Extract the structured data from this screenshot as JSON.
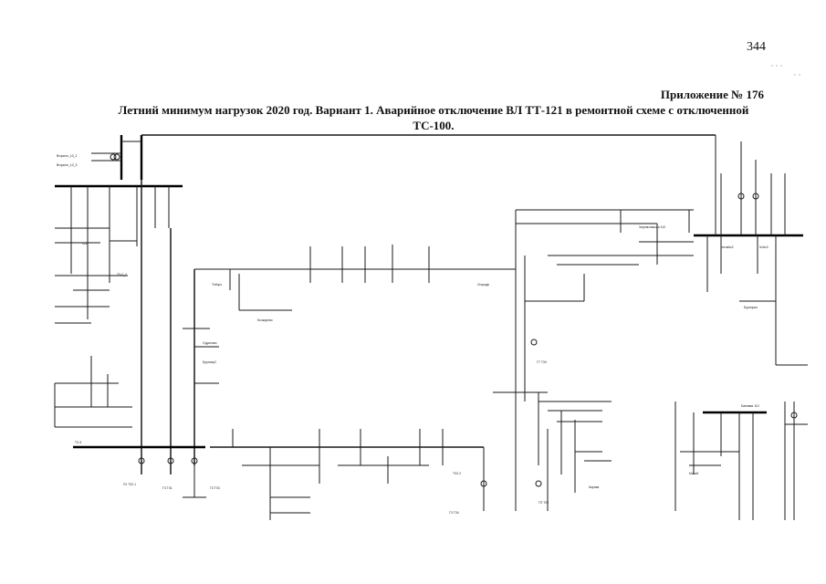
{
  "page": {
    "number": "344",
    "appendix": "Приложение № 176",
    "title_line1": "Летний минимум нагрузок 2020 год. Вариант 1. Аварийное отключение ВЛ ТТ-121 в ремонтной схеме с отключенной",
    "title_line2": "ТС-100."
  },
  "colors": {
    "line": "#1a1a1a",
    "bus": "#000000",
    "background": "#ffffff"
  },
  "labels": {
    "top_left_a": "Вторичн_10_2",
    "top_left_b": "Вторичн_10_3",
    "lbl_121": "121",
    "lbl_tkz": "ТЗ-2_2",
    "left_t3": "ТЗ-3",
    "bottom_p1": "П1 ТЗ2 1",
    "bottom_g3": "Г3 ТЗ1",
    "bottom_g3b": "Г3 ТЗ3",
    "mid_left_a": "Судилово",
    "mid_left_b": "Бурнопр2",
    "mid_tt_a": "Тоборч",
    "mid_tt_b": "Бочкарево",
    "mid_center": "Огородн",
    "mid_gt": "ГТ ТЗ4",
    "right_cherm": "Черемховская 110",
    "right_ch2": "Чесм№2",
    "right_cs": "Чс№3",
    "right_bur": "Бурнорье",
    "bottom_right_a": "Бивовая 110",
    "bottom_right_b": "Моча9",
    "bottom_mid_a": "ТЗ2-2",
    "bottom_mid_b": "Г3 ТЗ4",
    "bottom_mid_c": "ГП ТЗ2",
    "bottom_mid_d": "Кирова"
  }
}
